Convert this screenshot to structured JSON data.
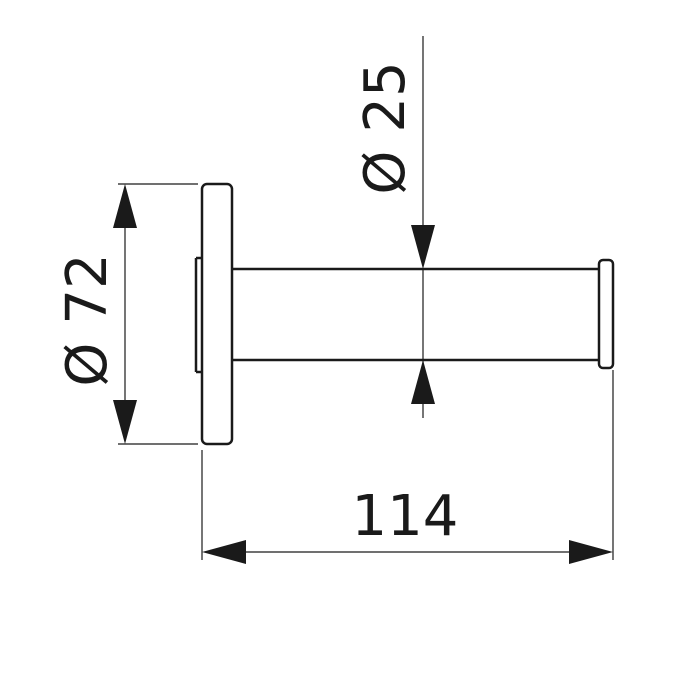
{
  "drawing": {
    "dimensions": {
      "flange_diameter": "Ø 72",
      "rod_diameter": "Ø 25",
      "overall_length": "114"
    },
    "colors": {
      "stroke": "#1a1a1a",
      "background": "#ffffff"
    }
  }
}
